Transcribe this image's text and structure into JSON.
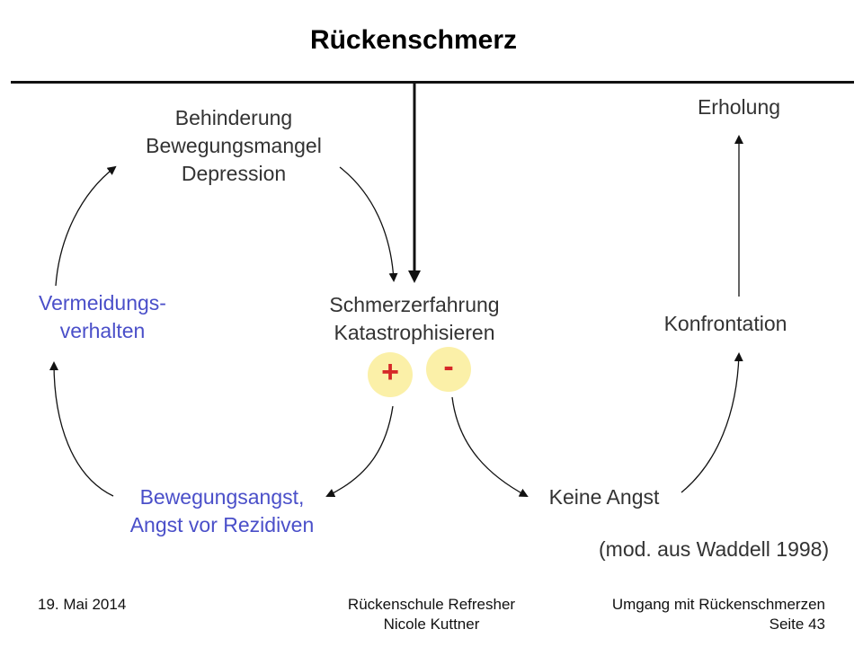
{
  "slide": {
    "title": "Rückenschmerz"
  },
  "diagram": {
    "nodes": {
      "behinderung": [
        "Behinderung",
        "Bewegungsmangel",
        "Depression"
      ],
      "vermeidung": [
        "Vermeidungs-",
        "verhalten"
      ],
      "schmerz": [
        "Schmerzerfahrung",
        "Katastrophisieren"
      ],
      "bewegungsangst": [
        "Bewegungsangst,",
        "Angst vor Rezidiven"
      ],
      "keine_angst": "Keine Angst",
      "konfrontation": "Konfrontation",
      "erholung": "Erholung"
    },
    "badges": {
      "plus": "+",
      "minus": "-"
    },
    "source": "(mod. aus Waddell 1998)",
    "colors": {
      "text": "#333333",
      "highlight_text": "#4a4fc9",
      "badge_fill": "#fbf0a8",
      "badge_sign": "#d62828"
    }
  },
  "footer": {
    "date": "19. Mai 2014",
    "course": "Rückenschule Refresher",
    "presenter": "Nicole Kuttner",
    "topic": "Umgang mit Rückenschmerzen",
    "page": "Seite 43"
  }
}
